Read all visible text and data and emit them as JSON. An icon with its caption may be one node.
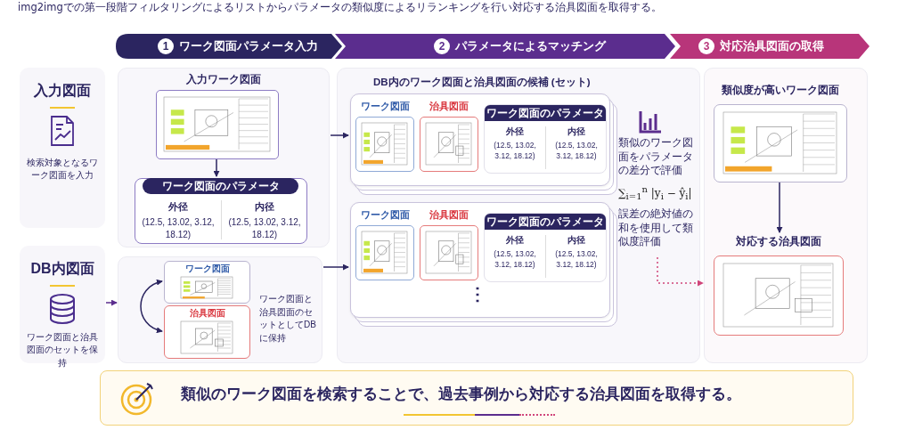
{
  "diagram": {
    "title": "img2imgでの第一段階フィルタリングによるリストからパラメータの類似度によるリランキングを行い対応する治具図面を取得する。",
    "nodes": [
      {
        "text": [
          "1",
          "ワーク図面パラメータ入力"
        ]
      },
      {
        "text": [
          "2",
          "パラメータによるマッチング"
        ]
      },
      {
        "text": [
          "3",
          "対応治具図面の取得"
        ]
      },
      {
        "text": [
          "入力図面",
          "検索対象となるワーク図面を入力"
        ]
      },
      {
        "text": [
          "入力ワーク図面"
        ]
      },
      {
        "text": [],
        "shape": "picture",
        "in": 4
      },
      {
        "text": [
          "ワーク図面のパラメータ",
          "外径",
          "(12.5, 13.02, 3.12, 18.12)",
          "内径",
          "(12.5, 13.02, 3.12, 18.12)"
        ],
        "in": 4
      },
      {
        "text": [
          "DB内図面",
          "ワーク図面と治具図面のセットを保持"
        ]
      },
      {
        "text": [
          "ワーク図面と治具図面のセットとしてDBに保持"
        ]
      },
      {
        "text": [
          "ワーク図面"
        ],
        "in": 8
      },
      {
        "text": [
          "治具図面"
        ],
        "in": 8
      },
      {
        "text": [
          "DB内のワーク図面と治具図面の候補 (セット)"
        ]
      },
      {
        "text": [],
        "shape": "box",
        "in": 11
      },
      {
        "text": [
          "ワーク図面"
        ],
        "in": 12
      },
      {
        "text": [
          "治具図面"
        ],
        "in": 12
      },
      {
        "text": [
          "ワーク図面のパラメータ",
          "外径",
          "(12.5, 13.02, 3.12, 18.12)",
          "内径",
          "(12.5, 13.02, 3.12, 18.12)"
        ],
        "in": 12
      },
      {
        "text": [],
        "shape": "box",
        "in": 11
      },
      {
        "text": [
          "ワーク図面"
        ],
        "in": 16
      },
      {
        "text": [
          "治具図面"
        ],
        "in": 16
      },
      {
        "text": [
          "ワーク図面のパラメータ",
          "外径",
          "(12.5, 13.02, 3.12, 18.12)",
          "内径",
          "(12.5, 13.02, 3.12, 18.12)"
        ],
        "in": 16
      },
      {
        "text": [
          "類似のワーク図面をパラメータの差分で評価",
          "∑$_{i=1}$$^{n}$ |y$_{i}$ − ŷ$_{i}$|",
          "誤差の絶対値の和を使用して類似度評価"
        ],
        "in": 11
      },
      {
        "text": [],
        "shape": "box"
      },
      {
        "text": [
          "類似度が高いワーク図面"
        ],
        "in": 21
      },
      {
        "text": [
          "対応する治具図面"
        ],
        "in": 21
      },
      {
        "text": [
          "類似のワーク図面を検索することで、過去事例から対応する治具図面を取得する。"
        ]
      }
    ],
    "edges": [
      {
        "from": 5,
        "to": 6,
        "arrow": "to"
      },
      {
        "from": 4,
        "to": 12,
        "arrow": "to"
      },
      {
        "from": 7,
        "to": 8,
        "arrow": "to",
        "color": "#5b2d8e"
      },
      {
        "from": 9,
        "to": 10,
        "arrow": "both"
      },
      {
        "from": 8,
        "to": 16,
        "arrow": "to"
      },
      {
        "from": 20,
        "to": 21,
        "arrow": "to",
        "style": "dashed",
        "color": "#d0457a"
      },
      {
        "from": 22,
        "to": 23,
        "arrow": "to"
      }
    ],
    "labels": [
      "⋮"
    ]
  }
}
